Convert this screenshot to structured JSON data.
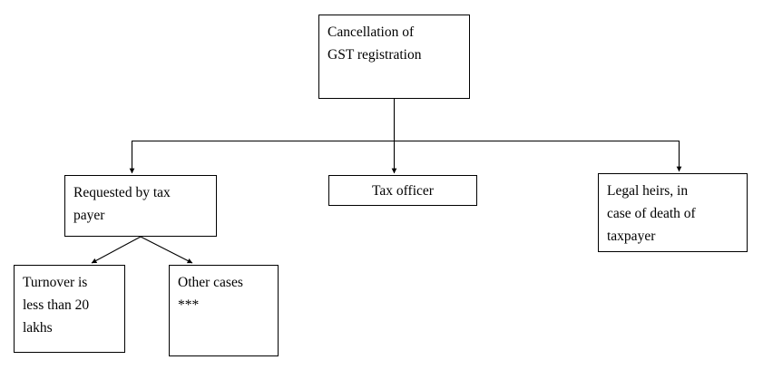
{
  "diagram": {
    "title": "Cancellation of GST registration flowchart",
    "background_color": "#ffffff",
    "line_color": "#000000",
    "text_color": "#000000",
    "nodes": {
      "root": {
        "text": "Cancellation of\nGST registration"
      },
      "requested": {
        "text": "Requested by tax\npayer"
      },
      "tax_officer": {
        "text": "Tax officer"
      },
      "legal_heirs": {
        "text": "Legal heirs, in\ncase of death of\ntaxpayer"
      },
      "turnover": {
        "text": "Turnover is\nless than 20\nlakhs"
      },
      "other_cases": {
        "text": "Other cases\n***"
      }
    },
    "edges": [
      {
        "from": "root",
        "to": "requested"
      },
      {
        "from": "root",
        "to": "tax_officer"
      },
      {
        "from": "root",
        "to": "legal_heirs"
      },
      {
        "from": "requested",
        "to": "turnover"
      },
      {
        "from": "requested",
        "to": "other_cases"
      }
    ]
  }
}
